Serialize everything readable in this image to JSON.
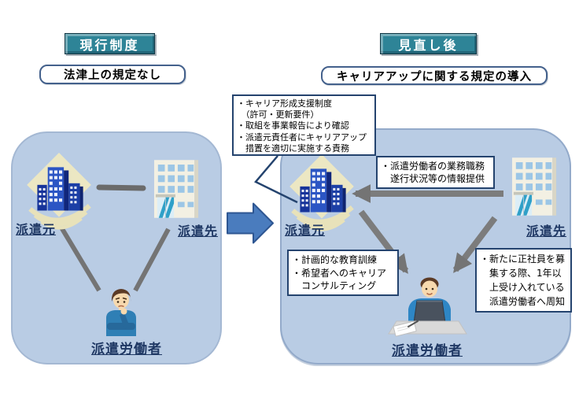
{
  "current_system": {
    "title": "現行制度",
    "subtitle": "法津上の規定なし",
    "agency_label": "派遣元",
    "client_label": "派遣先",
    "worker_label": "派遣労働者"
  },
  "revised_system": {
    "title": "見直し後",
    "subtitle": "キャリアアップに関する規定の導入",
    "agency_label": "派遣元",
    "client_label": "派遣先",
    "worker_label": "派遣労働者",
    "career_support_note": "・キャリア形成支援制度\n　（許可・更新要件）\n・取組を事業報告により確認\n・派遣元責任者にキャリアアップ\n　措置を適切に実施する責務",
    "info_provision_note": "・派遣労働者の業務職務\n　遂行状況等の情報提供",
    "training_note": "・計画的な教育訓練\n・希望者へのキャリア\n　コンサルティング",
    "notification_note": "・新たに正社員を募\n　集する際、1年以\n　上受け入れている\n　派遣労働者へ周知"
  },
  "icons": {
    "agency": "office-buildings-icon",
    "client": "office-building-icon",
    "worker_current": "worried-worker-icon",
    "worker_revised": "worker-at-laptop-icon",
    "transition": "right-arrow-icon"
  },
  "colors": {
    "header_teal": "#2E8497",
    "panel_blue": "#B9CCE4",
    "navy": "#1F3864",
    "note_border": "#24436E",
    "connector_gray": "#747474",
    "transition_arrow_fill": "#4A7CBE",
    "transition_arrow_border": "#2E5692"
  }
}
